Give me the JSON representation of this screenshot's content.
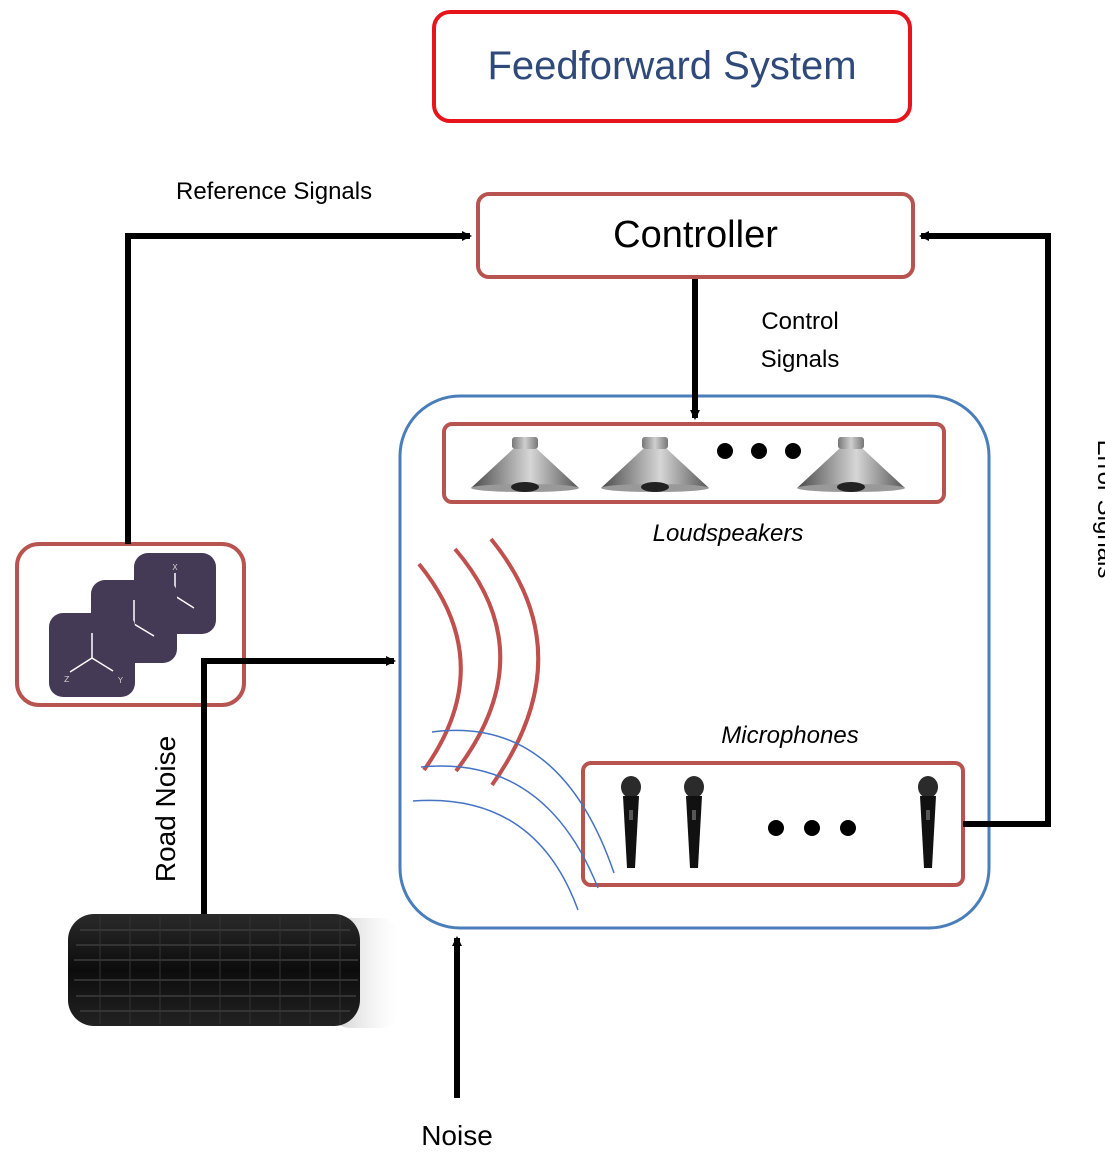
{
  "title": "Feedforward System",
  "controller_label": "Controller",
  "labels": {
    "reference_signals": "Reference Signals",
    "control_signals_line1": "Control",
    "control_signals_line2": "Signals",
    "error_signals": "Error Signals",
    "loudspeakers": "Loudspeakers",
    "microphones": "Microphones",
    "road_noise": "Road Noise",
    "noise": "Noise"
  },
  "sensor_axis_letters": [
    "X",
    "Y",
    "Z"
  ],
  "colors": {
    "title_border": "#e8141c",
    "title_text": "#2f4a7a",
    "box_border": "#b85450",
    "cabin_border": "#4a7ebb",
    "wave_red": "#c0504d",
    "wave_blue": "#4472c4",
    "arrow": "#000000"
  },
  "icons": [
    "accelerometer-sensor-icon",
    "loudspeaker-icon",
    "microphone-icon",
    "tire-icon"
  ]
}
